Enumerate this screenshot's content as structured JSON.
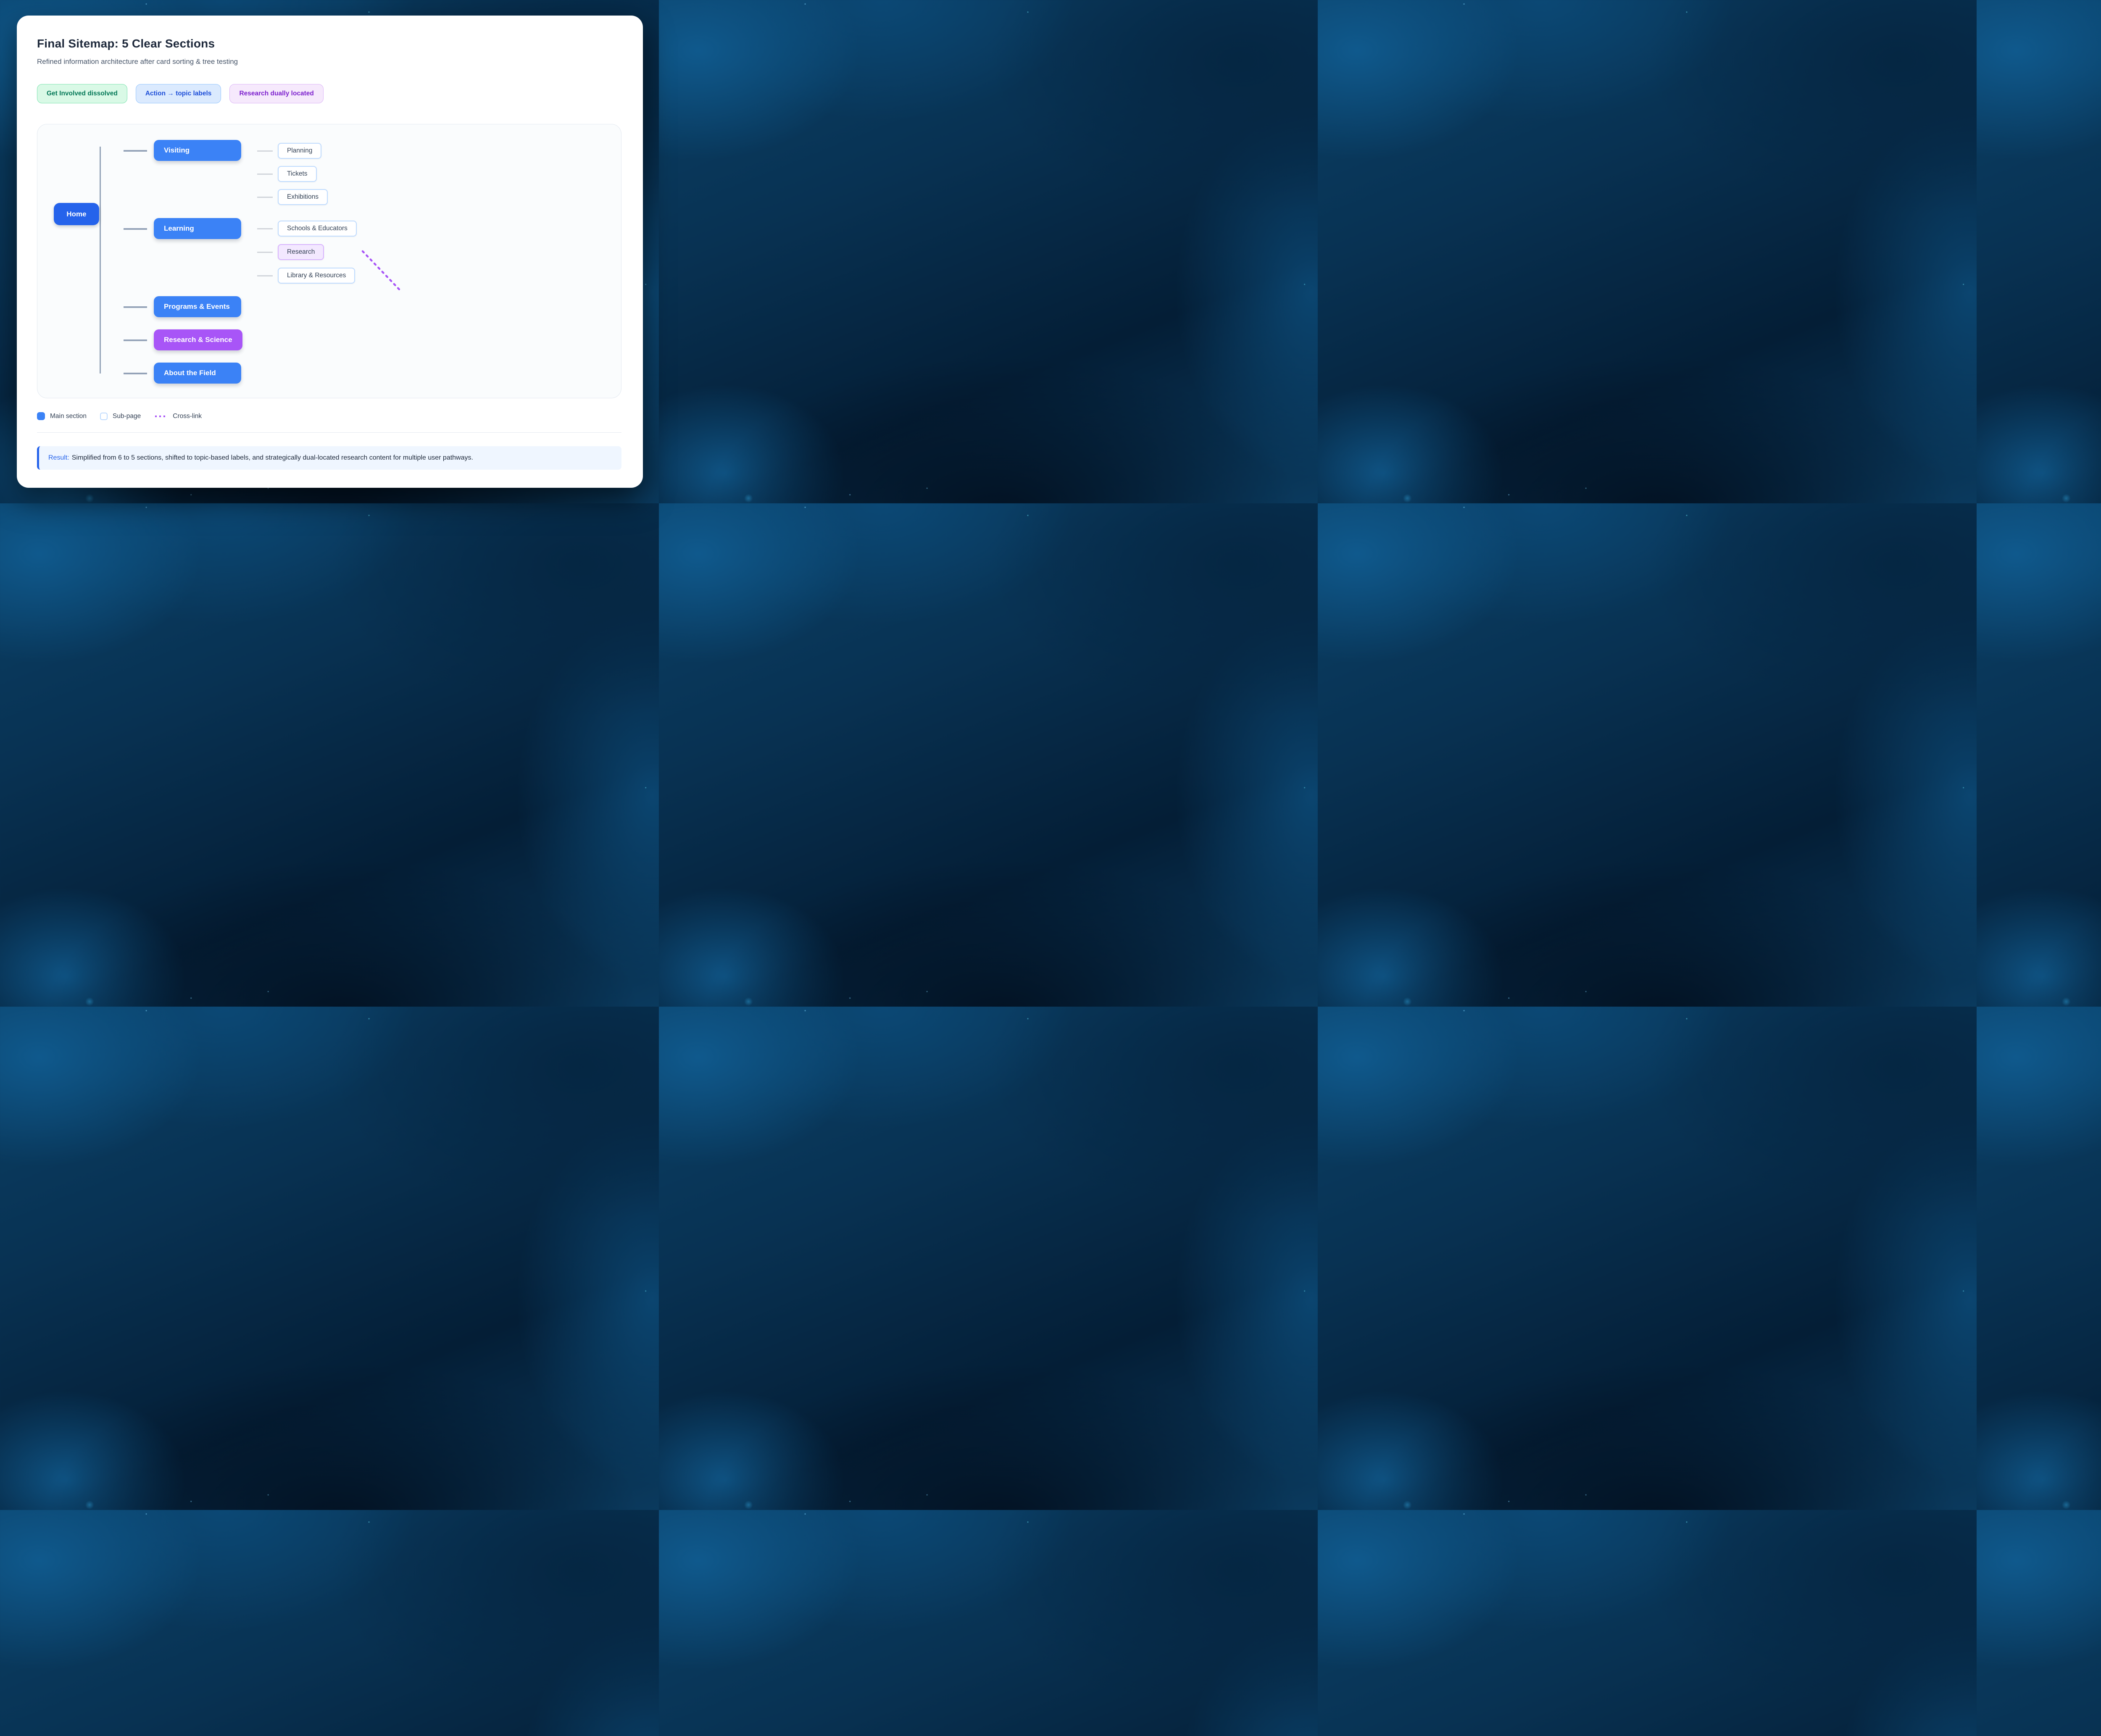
{
  "header": {
    "title": "Final Sitemap: 5 Clear Sections",
    "subtitle": "Refined information architecture after card sorting & tree testing"
  },
  "badges": [
    {
      "label": "Get Involved dissolved",
      "theme": "green"
    },
    {
      "label": "Action → topic labels",
      "theme": "blue"
    },
    {
      "label": "Research dually located",
      "theme": "purple"
    }
  ],
  "sitemap": {
    "root": {
      "label": "Home",
      "type": "home"
    },
    "sections": [
      {
        "label": "Visiting",
        "type": "main",
        "children": [
          {
            "label": "Planning",
            "type": "sub"
          },
          {
            "label": "Tickets",
            "type": "sub"
          },
          {
            "label": "Exhibitions",
            "type": "sub"
          }
        ]
      },
      {
        "label": "Learning",
        "type": "main",
        "children": [
          {
            "label": "Schools & Educators",
            "type": "sub"
          },
          {
            "label": "Research",
            "type": "sub-highlight"
          },
          {
            "label": "Library & Resources",
            "type": "sub"
          }
        ]
      },
      {
        "label": "Programs & Events",
        "type": "main",
        "children": []
      },
      {
        "label": "Research & Science",
        "type": "main-highlight",
        "children": []
      },
      {
        "label": "About the Field",
        "type": "main",
        "children": []
      }
    ],
    "cross_link": {
      "from": "Research",
      "to": "Research & Science"
    }
  },
  "legend": {
    "items": [
      {
        "label": "Main section"
      },
      {
        "label": "Sub-page"
      },
      {
        "label": "Cross-link"
      }
    ]
  },
  "result": {
    "label": "Result:",
    "text": "Simplified from 6 to 5 sections, shifted to topic-based labels, and strategically dual-located research content for multiple user pathways."
  },
  "colors": {
    "home": "#2563eb",
    "main_section": "#3b82f6",
    "highlight": "#a855f7",
    "sub_border": "#bfdbfe",
    "cross_link": "#a855f7",
    "result_accent": "#2563eb"
  }
}
